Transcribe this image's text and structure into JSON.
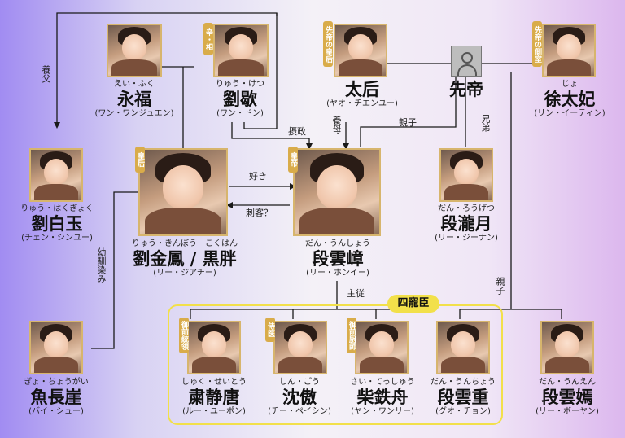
{
  "people": {
    "eifuku": {
      "kana": "えい・ふく",
      "kanji": "永福",
      "actor": "(ワン・ワンジュエン)"
    },
    "ryuketsu": {
      "kana": "りゅう・けつ",
      "kanji": "劉歇",
      "actor": "(ワン・ドン)",
      "tag": "辛・相"
    },
    "taigo": {
      "kana": "",
      "kanji": "太后",
      "actor": "(ヤオ・チエンユー)",
      "tag": "先帝の皇后"
    },
    "sentei": {
      "kanji": "先帝"
    },
    "jotaihi": {
      "kana": "じょ",
      "kanji": "徐太妃",
      "actor": "(リン・イーティン)",
      "tag": "先帝の側室"
    },
    "ryuhakugyoku": {
      "kana": "りゅう・はくぎょく",
      "kanji": "劉白玉",
      "actor": "(チェン・シンユー)"
    },
    "ryukinpo": {
      "kana": "りゅう・きんぽう　こくはん",
      "kanji": "劉金鳳 / 黒胖",
      "actor": "(リー・ジアチー)",
      "tag": "皇后"
    },
    "danunsho": {
      "kana": "だん・うんしょう",
      "kanji": "段雲嶂",
      "actor": "(リー・ホンイー)",
      "tag": "皇帝"
    },
    "danrogetsu": {
      "kana": "だん・ろうげつ",
      "kanji": "段瀧月",
      "actor": "(リー・ジーナン)"
    },
    "gyochogai": {
      "kana": "ぎょ・ちょうがい",
      "kanji": "魚長崖",
      "actor": "(バイ・シュー)"
    },
    "shukuseito": {
      "kana": "しゅく・せいとう",
      "kanji": "粛静唐",
      "actor": "(ルー・ユーポン)",
      "tag": "御前統領"
    },
    "shingo": {
      "kana": "しん・ごう",
      "kanji": "沈傲",
      "actor": "(チー・ペイシン)",
      "tag": "侍医"
    },
    "saitesshu": {
      "kana": "さい・てっしゅう",
      "kanji": "柴鉄舟",
      "actor": "(ヤン・ワンリー)",
      "tag": "御前厨師"
    },
    "danuncho": {
      "kana": "だん・うんちょう",
      "kanji": "段雲重",
      "actor": "(グオ・チョン)"
    },
    "danunen": {
      "kana": "だん・うんえん",
      "kanji": "段雲嫣",
      "actor": "(リー・ボーヤン)"
    }
  },
  "relations": {
    "youfu": "養父",
    "sessei": "摂政",
    "youbo": "養母",
    "shinshi1": "親子",
    "kyodai": "兄弟",
    "suki": "好き",
    "shikaku": "刺客？",
    "osananajimi": "幼馴染み",
    "shuju": "主従",
    "shinshi2": "親子"
  },
  "group": {
    "title": "四寵臣"
  },
  "colors": {
    "gold": "#d9ac4a",
    "yellow": "#f2e04a",
    "line": "#1a1a1a"
  }
}
